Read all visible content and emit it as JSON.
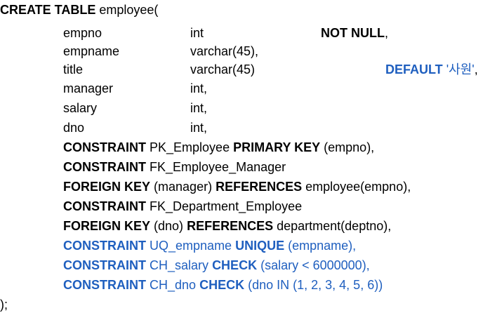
{
  "header": {
    "keyword": "CREATE TABLE",
    "name": "employee("
  },
  "columns": [
    {
      "name": "empno",
      "type": "int",
      "extra": "NOT NULL",
      "extra_suffix": ","
    },
    {
      "name": "empname",
      "type": "varchar(45),"
    },
    {
      "name": "title",
      "type": "varchar(45)",
      "default_kw": "DEFAULT",
      "default_val": "'사원'",
      "default_suffix": ","
    },
    {
      "name": "manager",
      "type": "int,"
    },
    {
      "name": "salary",
      "type": "int,"
    },
    {
      "name": "dno",
      "type": "int,"
    }
  ],
  "constraints": {
    "pk": {
      "kw": "CONSTRAINT",
      "name": "PK_Employee",
      "kw2": "PRIMARY KEY",
      "rest": "(empno),"
    },
    "fk1": {
      "kw": "CONSTRAINT",
      "name": "FK_Employee_Manager"
    },
    "fk1_ref": {
      "kw": "FOREIGN KEY",
      "cols": "(manager)",
      "kw2": "REFERENCES",
      "rest": "employee(empno),"
    },
    "fk2": {
      "kw": "CONSTRAINT",
      "name": "FK_Department_Employee"
    },
    "fk2_ref": {
      "kw": "FOREIGN KEY",
      "cols": "(dno)",
      "kw2": "REFERENCES",
      "rest": "department(deptno),"
    },
    "uq": {
      "kw": "CONSTRAINT",
      "name": "UQ_empname",
      "kw2": "UNIQUE",
      "rest": "(empname),"
    },
    "ch1": {
      "kw": "CONSTRAINT",
      "name": "CH_salary",
      "kw2": "CHECK",
      "rest": "(salary < 6000000),"
    },
    "ch2": {
      "kw": "CONSTRAINT",
      "name": "CH_dno",
      "kw2": "CHECK",
      "rest": "(dno IN (1, 2, 3, 4, 5, 6))"
    }
  },
  "footer": {
    "close": ");"
  },
  "colors": {
    "text": "#000000",
    "highlight": "#1f5fbf"
  }
}
